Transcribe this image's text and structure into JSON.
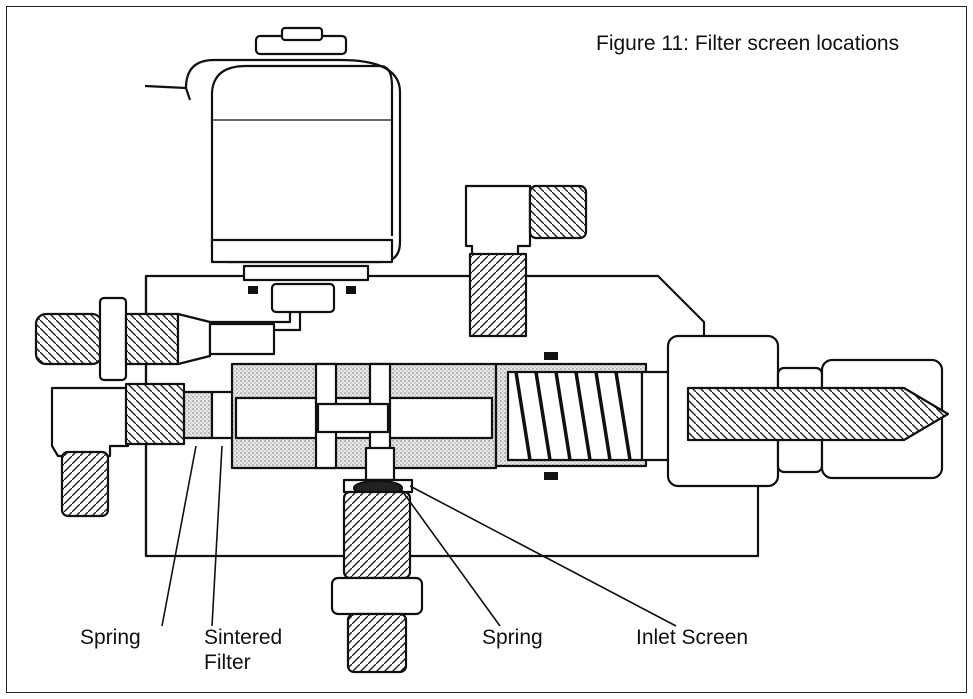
{
  "figure": {
    "caption": "Figure 11: Filter screen locations"
  },
  "labels": {
    "spring_left": "Spring",
    "sintered_filter_line1": "Sintered",
    "sintered_filter_line2": "Filter",
    "spring_center": "Spring",
    "inlet_screen": "Inlet Screen"
  }
}
